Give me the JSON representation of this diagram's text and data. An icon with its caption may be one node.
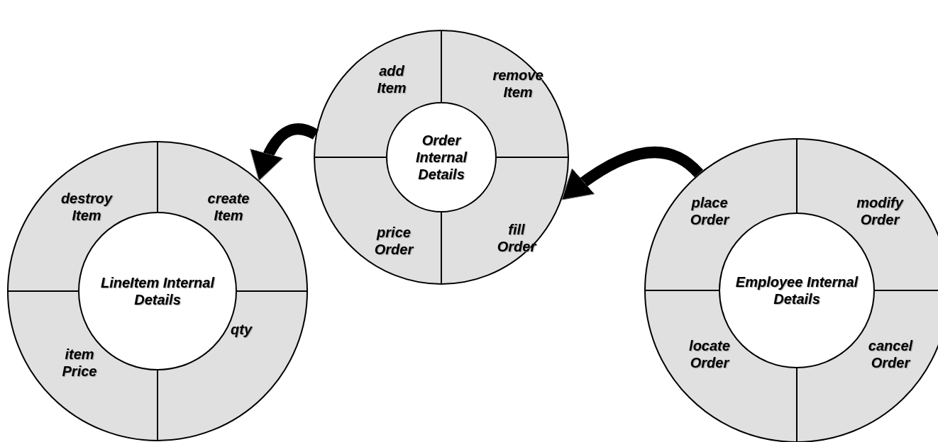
{
  "diagram": {
    "nodes": [
      {
        "text": [],
        "shape": "circle"
      },
      {
        "text": [
          "add Item"
        ],
        "in": 0
      },
      {
        "text": [
          "remove Item"
        ],
        "in": 0
      },
      {
        "text": [
          "Order Internal Details"
        ],
        "in": 0
      },
      {
        "text": [
          "price Order"
        ],
        "in": 0
      },
      {
        "text": [
          "fill Order"
        ],
        "in": 0
      },
      {
        "text": [],
        "shape": "circle"
      },
      {
        "text": [
          "destroy Item"
        ],
        "in": 6
      },
      {
        "text": [
          "create Item"
        ],
        "in": 6
      },
      {
        "text": [
          "LineItem Internal Details"
        ],
        "in": 6
      },
      {
        "text": [
          "item Price"
        ],
        "in": 6
      },
      {
        "text": [
          "qty"
        ],
        "in": 6
      },
      {
        "text": [],
        "shape": "circle"
      },
      {
        "text": [
          "place Order"
        ],
        "in": 12
      },
      {
        "text": [
          "modify Order"
        ],
        "in": 12
      },
      {
        "text": [
          "Employee Internal Details"
        ],
        "in": 12
      },
      {
        "text": [
          "locate Order"
        ],
        "in": 12
      },
      {
        "text": [
          "cancel Order"
        ],
        "in": 12
      }
    ],
    "edges": [
      {
        "from": 0,
        "to": 6,
        "arrow": "to"
      },
      {
        "from": 12,
        "to": 0,
        "arrow": "to"
      }
    ]
  }
}
